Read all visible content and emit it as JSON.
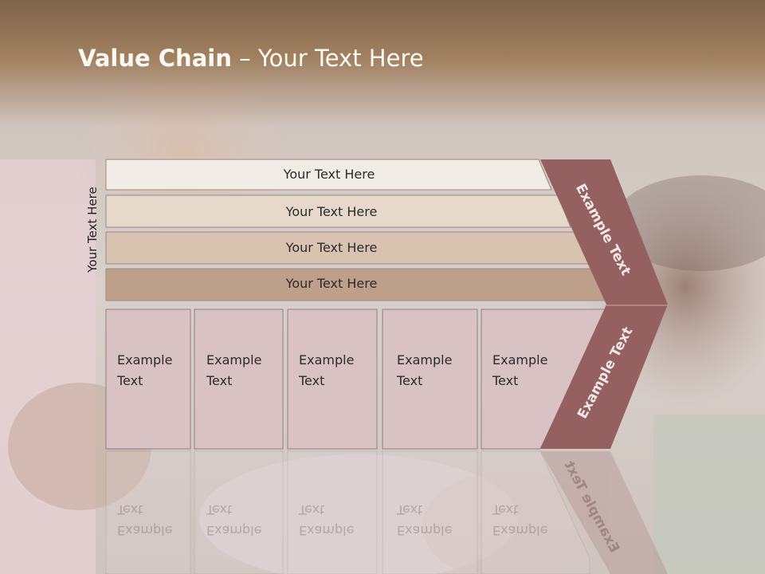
{
  "slide": {
    "title_bold": "Value Chain",
    "title_rest": " – Your Text Here",
    "side_label": "Your Text Here",
    "bars": [
      {
        "label": "Your Text Here",
        "color": "#f1ece6"
      },
      {
        "label": "Your Text Here",
        "color": "#e6d8ca"
      },
      {
        "label": "Your Text Here",
        "color": "#d8c2b0"
      },
      {
        "label": "Your Text Here",
        "color": "#bea08a"
      }
    ],
    "boxes": [
      {
        "line1": "Example",
        "line2": "Text"
      },
      {
        "line1": "Example",
        "line2": "Text"
      },
      {
        "line1": "Example",
        "line2": "Text"
      },
      {
        "line1": "Example",
        "line2": "Text"
      },
      {
        "line1": "Example",
        "line2": "Text"
      }
    ],
    "chevron_upper_label": "Example Text",
    "chevron_lower_label": "Example Text",
    "colors": {
      "chevron": "#956060",
      "box_fill": "#d9c2c4",
      "box_border": "#8f8080",
      "title_band": "#8a6b50"
    }
  }
}
